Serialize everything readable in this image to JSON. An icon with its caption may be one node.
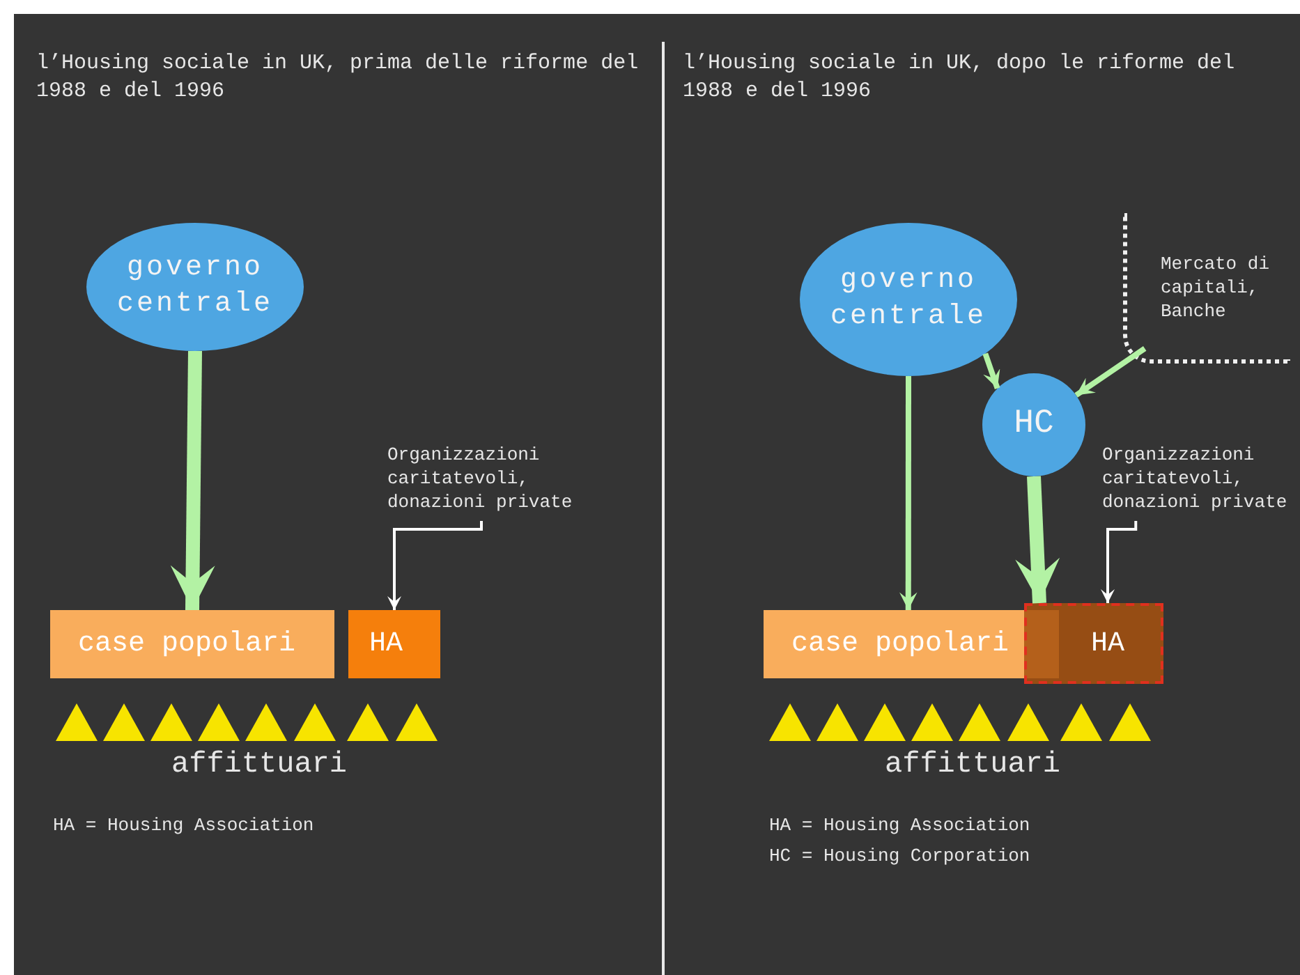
{
  "diagram": {
    "nodes": [
      {
        "text": [
          "governo centrale"
        ]
      },
      {
        "text": [
          "case popolari"
        ]
      },
      {
        "text": [
          "HA"
        ]
      },
      {
        "text": [
          "Organizzazioni caritatevoli, donazioni private"
        ]
      },
      {
        "text": [
          "governo centrale"
        ]
      },
      {
        "text": [
          "Mercato di capitali, Banche"
        ]
      },
      {
        "text": [
          "HC"
        ]
      },
      {
        "text": [
          "Organizzazioni caritatevoli, donazioni private"
        ]
      },
      {
        "text": [
          "case popolari"
        ]
      },
      {
        "text": [
          "HA"
        ]
      }
    ],
    "edges": [
      {
        "from": 0,
        "to": 1,
        "arrow": "to",
        "style": "thick"
      },
      {
        "from": 3,
        "to": 2,
        "arrow": "to",
        "color": "#ffffff"
      },
      {
        "from": 4,
        "to": 8,
        "arrow": "to"
      },
      {
        "from": 4,
        "to": 6,
        "arrow": "to"
      },
      {
        "from": 5,
        "to": 6,
        "arrow": "to"
      },
      {
        "from": 6,
        "to": 9,
        "arrow": "to",
        "style": "thick"
      },
      {
        "from": 7,
        "to": 9,
        "arrow": "to",
        "color": "#ffffff"
      }
    ],
    "labels": [
      "l’Housing sociale in UK, prima delle riforme del 1988 e del 1996",
      "l’Housing sociale in UK, dopo le riforme del 1988 e del 1996",
      "affittuari",
      "affittuari",
      "HA = Housing Association",
      "HA = Housing Association",
      "HC = Housing Corporation"
    ]
  }
}
